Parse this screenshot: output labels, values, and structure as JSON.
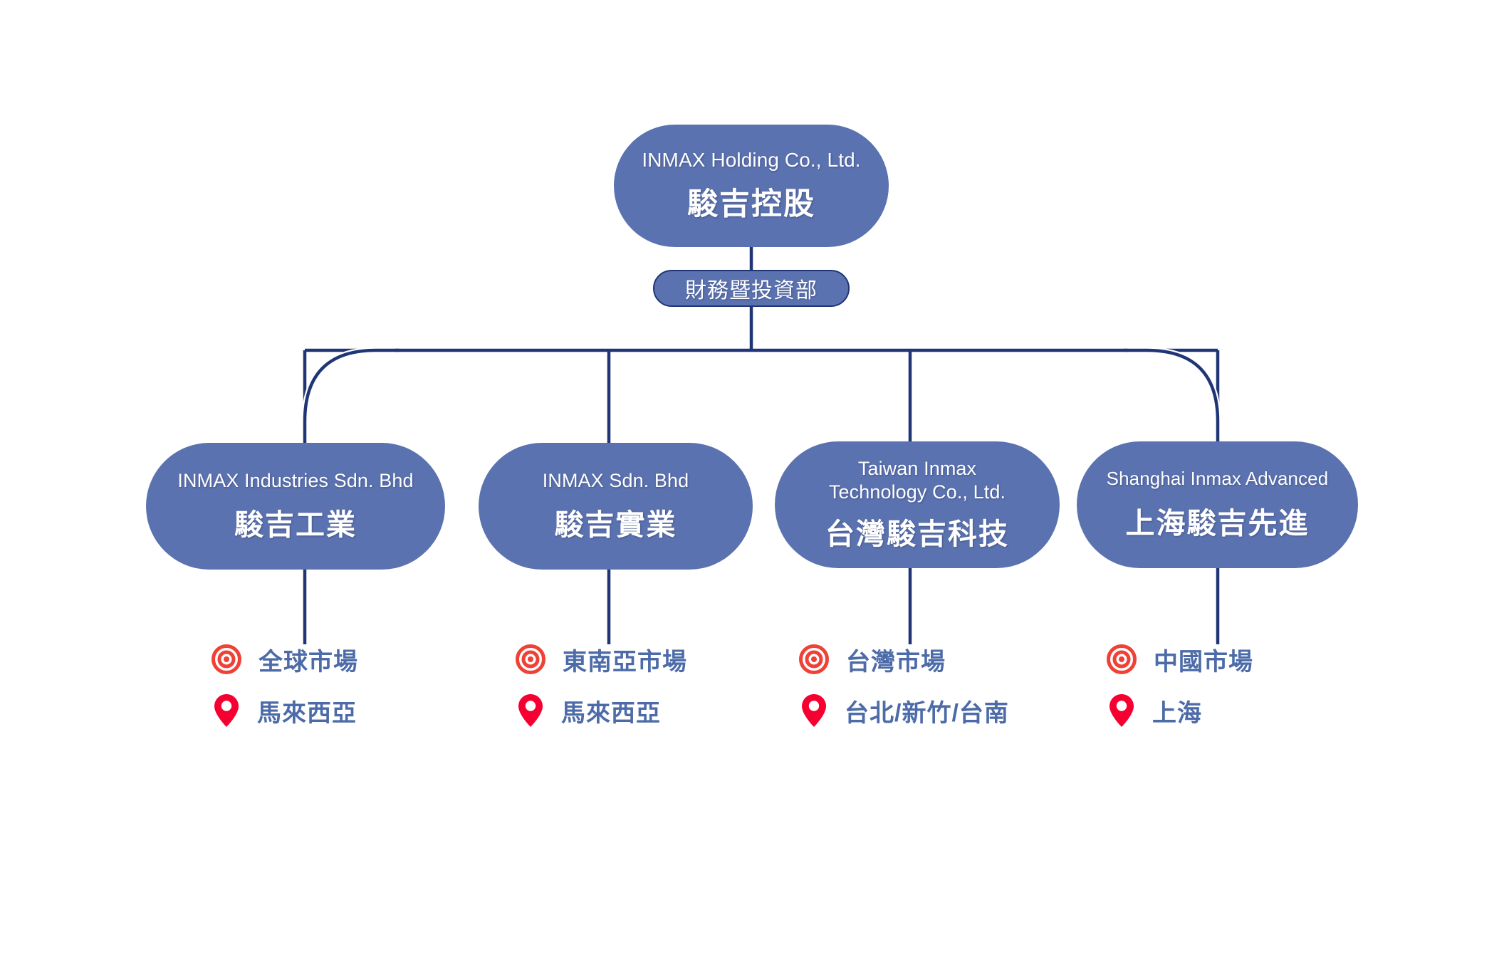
{
  "root": {
    "en": "INMAX Holding Co., Ltd.",
    "zh": "駿吉控股"
  },
  "department": {
    "label": "財務暨投資部"
  },
  "subsidiaries": [
    {
      "en": "INMAX Industries  Sdn.  Bhd",
      "zh": "駿吉工業"
    },
    {
      "en": "INMAX  Sdn.  Bhd",
      "zh": "駿吉實業"
    },
    {
      "en_line1": "Taiwan Inmax",
      "en_line2": "Technology Co., Ltd.",
      "zh": "台灣駿吉科技"
    },
    {
      "en": "Shanghai Inmax Advanced",
      "zh": "上海駿吉先進"
    }
  ],
  "info": [
    {
      "market": "全球市場",
      "location": "馬來西亞"
    },
    {
      "market": "東南亞市場",
      "location": "馬來西亞"
    },
    {
      "market": "台灣市場",
      "location": "台北/新竹/台南"
    },
    {
      "market": "中國市場",
      "location": "上海"
    }
  ],
  "icons": {
    "market": "target-icon",
    "location": "map-pin-icon"
  },
  "colors": {
    "node_fill": "#5b72b0",
    "node_text": "#ffffff",
    "connector": "#1f3576",
    "label_text": "#4c6ba8",
    "target_icon": "#ef4136",
    "pin_icon": "#f50030",
    "background": "#ffffff"
  }
}
